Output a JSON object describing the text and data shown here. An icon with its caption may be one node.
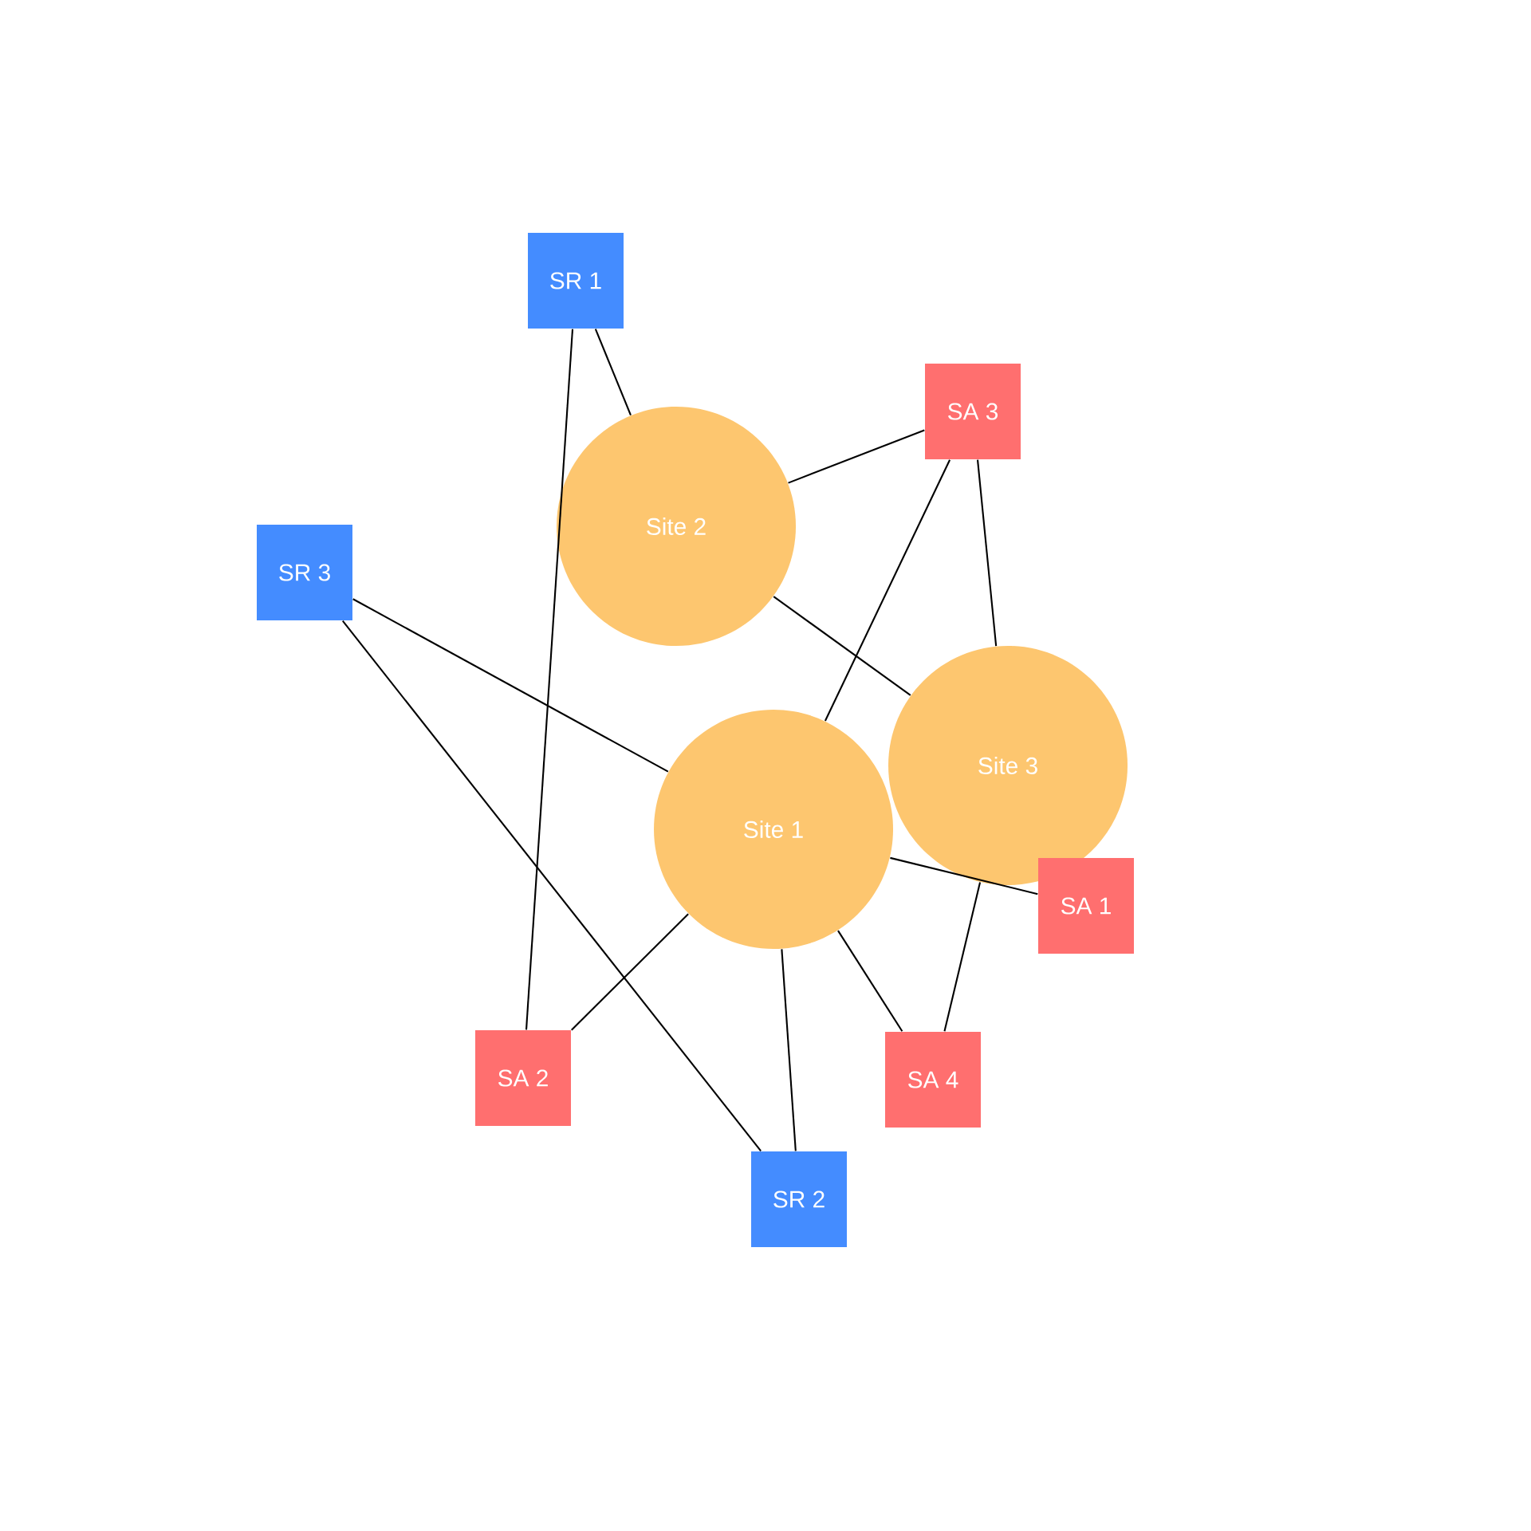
{
  "diagram": {
    "nodes": [
      {
        "text": [
          "SR 1"
        ]
      },
      {
        "text": [
          "SA 3"
        ]
      },
      {
        "text": [
          "Site 2"
        ]
      },
      {
        "text": [
          "SR 3"
        ]
      },
      {
        "text": [
          "Site 3"
        ]
      },
      {
        "text": [
          "Site 1"
        ]
      },
      {
        "text": [
          "SA 1"
        ]
      },
      {
        "text": [
          "SA 2"
        ]
      },
      {
        "text": [
          "SA 4"
        ]
      },
      {
        "text": [
          "SR 2"
        ]
      }
    ],
    "edges": [
      {
        "from": 0,
        "to": 2,
        "arrow": "none"
      },
      {
        "from": 0,
        "to": 7,
        "arrow": "none"
      },
      {
        "from": 1,
        "to": 2,
        "arrow": "none"
      },
      {
        "from": 1,
        "to": 5,
        "arrow": "none"
      },
      {
        "from": 1,
        "to": 4,
        "arrow": "none"
      },
      {
        "from": 5,
        "to": 9,
        "arrow": "none"
      },
      {
        "from": 2,
        "to": 4,
        "arrow": "none"
      },
      {
        "from": 3,
        "to": 5,
        "arrow": "none"
      },
      {
        "from": 3,
        "to": 9,
        "arrow": "none"
      },
      {
        "from": 5,
        "to": 7,
        "arrow": "none"
      },
      {
        "from": 5,
        "to": 8,
        "arrow": "none"
      },
      {
        "from": 5,
        "to": 6,
        "arrow": "none"
      },
      {
        "from": 4,
        "to": 8,
        "arrow": "none"
      }
    ]
  }
}
